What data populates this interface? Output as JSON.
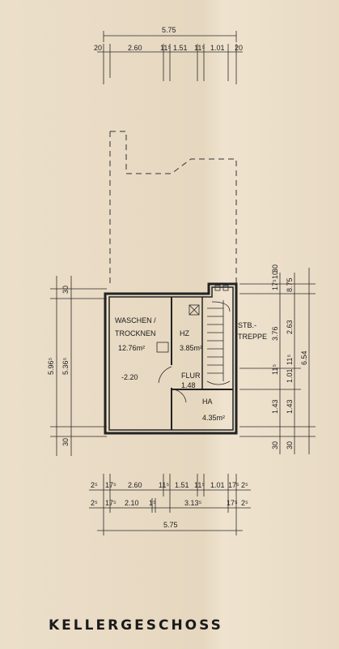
{
  "title": "KELLERGESCHOSS",
  "top_dims": {
    "overall": "5.75",
    "segments": [
      "20",
      "2.60",
      "11⁵",
      "1.51",
      "11⁵",
      "1.01",
      "20"
    ]
  },
  "rooms": {
    "waschen": {
      "name_line1": "WASCHEN /",
      "name_line2": "TROCKNEN",
      "area": "12.76m²",
      "level": "-2.20"
    },
    "hz": {
      "name": "HZ",
      "area": "3.85m²"
    },
    "stair": {
      "name_line1": "STB.-",
      "name_line2": "TREPPE"
    },
    "flur": {
      "name": "FLUR",
      "area": "1.48"
    },
    "ha": {
      "name": "HA",
      "area": "4.35m²"
    }
  },
  "left_dims": {
    "top": "30",
    "outer": "5.96⁵",
    "inner": "5.36⁵",
    "bottom": "30"
  },
  "right_dims": {
    "top_small": [
      "17⁵",
      "10",
      "30"
    ],
    "v1": [
      "8.75",
      "2.63",
      "3.76",
      "11⁵",
      "1.01",
      "11⁵",
      "1.43",
      "30"
    ],
    "v2": [
      "6.54",
      "1.43",
      "30"
    ]
  },
  "bottom_dims": {
    "row1": [
      "2⁵",
      "17⁵",
      "2.60",
      "11⁵",
      "1.51",
      "11⁵",
      "1.01",
      "17⁵",
      "2⁵"
    ],
    "row2": [
      "2⁵",
      "17⁵",
      "2.10",
      "1⁵",
      "3.13⁵",
      "17⁵",
      "2⁵"
    ],
    "overall": "5.75"
  }
}
